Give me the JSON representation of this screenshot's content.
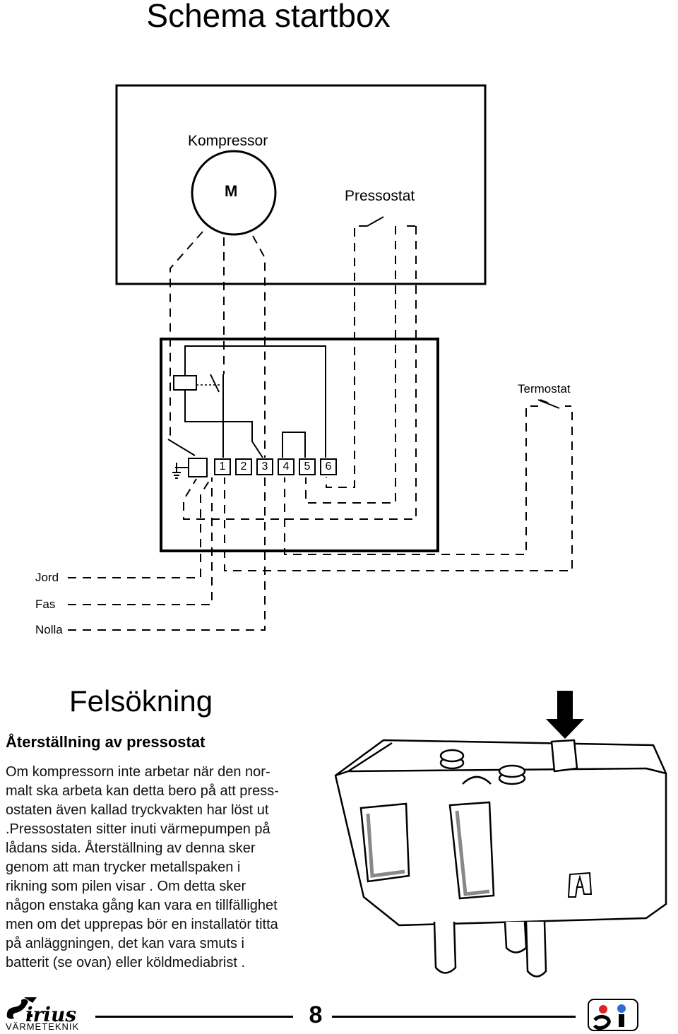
{
  "page": {
    "title": "Schema startbox",
    "page_number": "8"
  },
  "schematic": {
    "compressor_label": "Kompressor",
    "motor_symbol": "M",
    "pressostat_label": "Pressostat",
    "thermostat_label": "Termostat",
    "terminals": [
      "1",
      "2",
      "3",
      "4",
      "5",
      "6"
    ],
    "supply_lines": [
      "Jord",
      "Fas",
      "Nolla"
    ]
  },
  "troubleshooting": {
    "heading": "Felsökning",
    "subheading": "Återställning av pressostat",
    "paragraph_lines": [
      "Om kompressorn inte arbetar när den nor-",
      "malt ska arbeta kan detta bero på att press-",
      "ostaten även kallad tryckvakten har löst ut",
      ".Pressostaten sitter inuti värmepumpen på",
      "lådans sida. Återställning av denna sker",
      "genom att man trycker metallspaken i",
      "rikning som pilen visar . Om detta sker",
      "någon enstaka gång kan vara en tillfällighet",
      "men om det upprepas bör en installatör  titta",
      "på anläggningen, det kan vara smuts i",
      "batterit (se ovan) eller köldmediabrist ."
    ]
  },
  "footer": {
    "brand_text": "irius",
    "brand_subtitle": "VÄRMETEKNIK"
  }
}
